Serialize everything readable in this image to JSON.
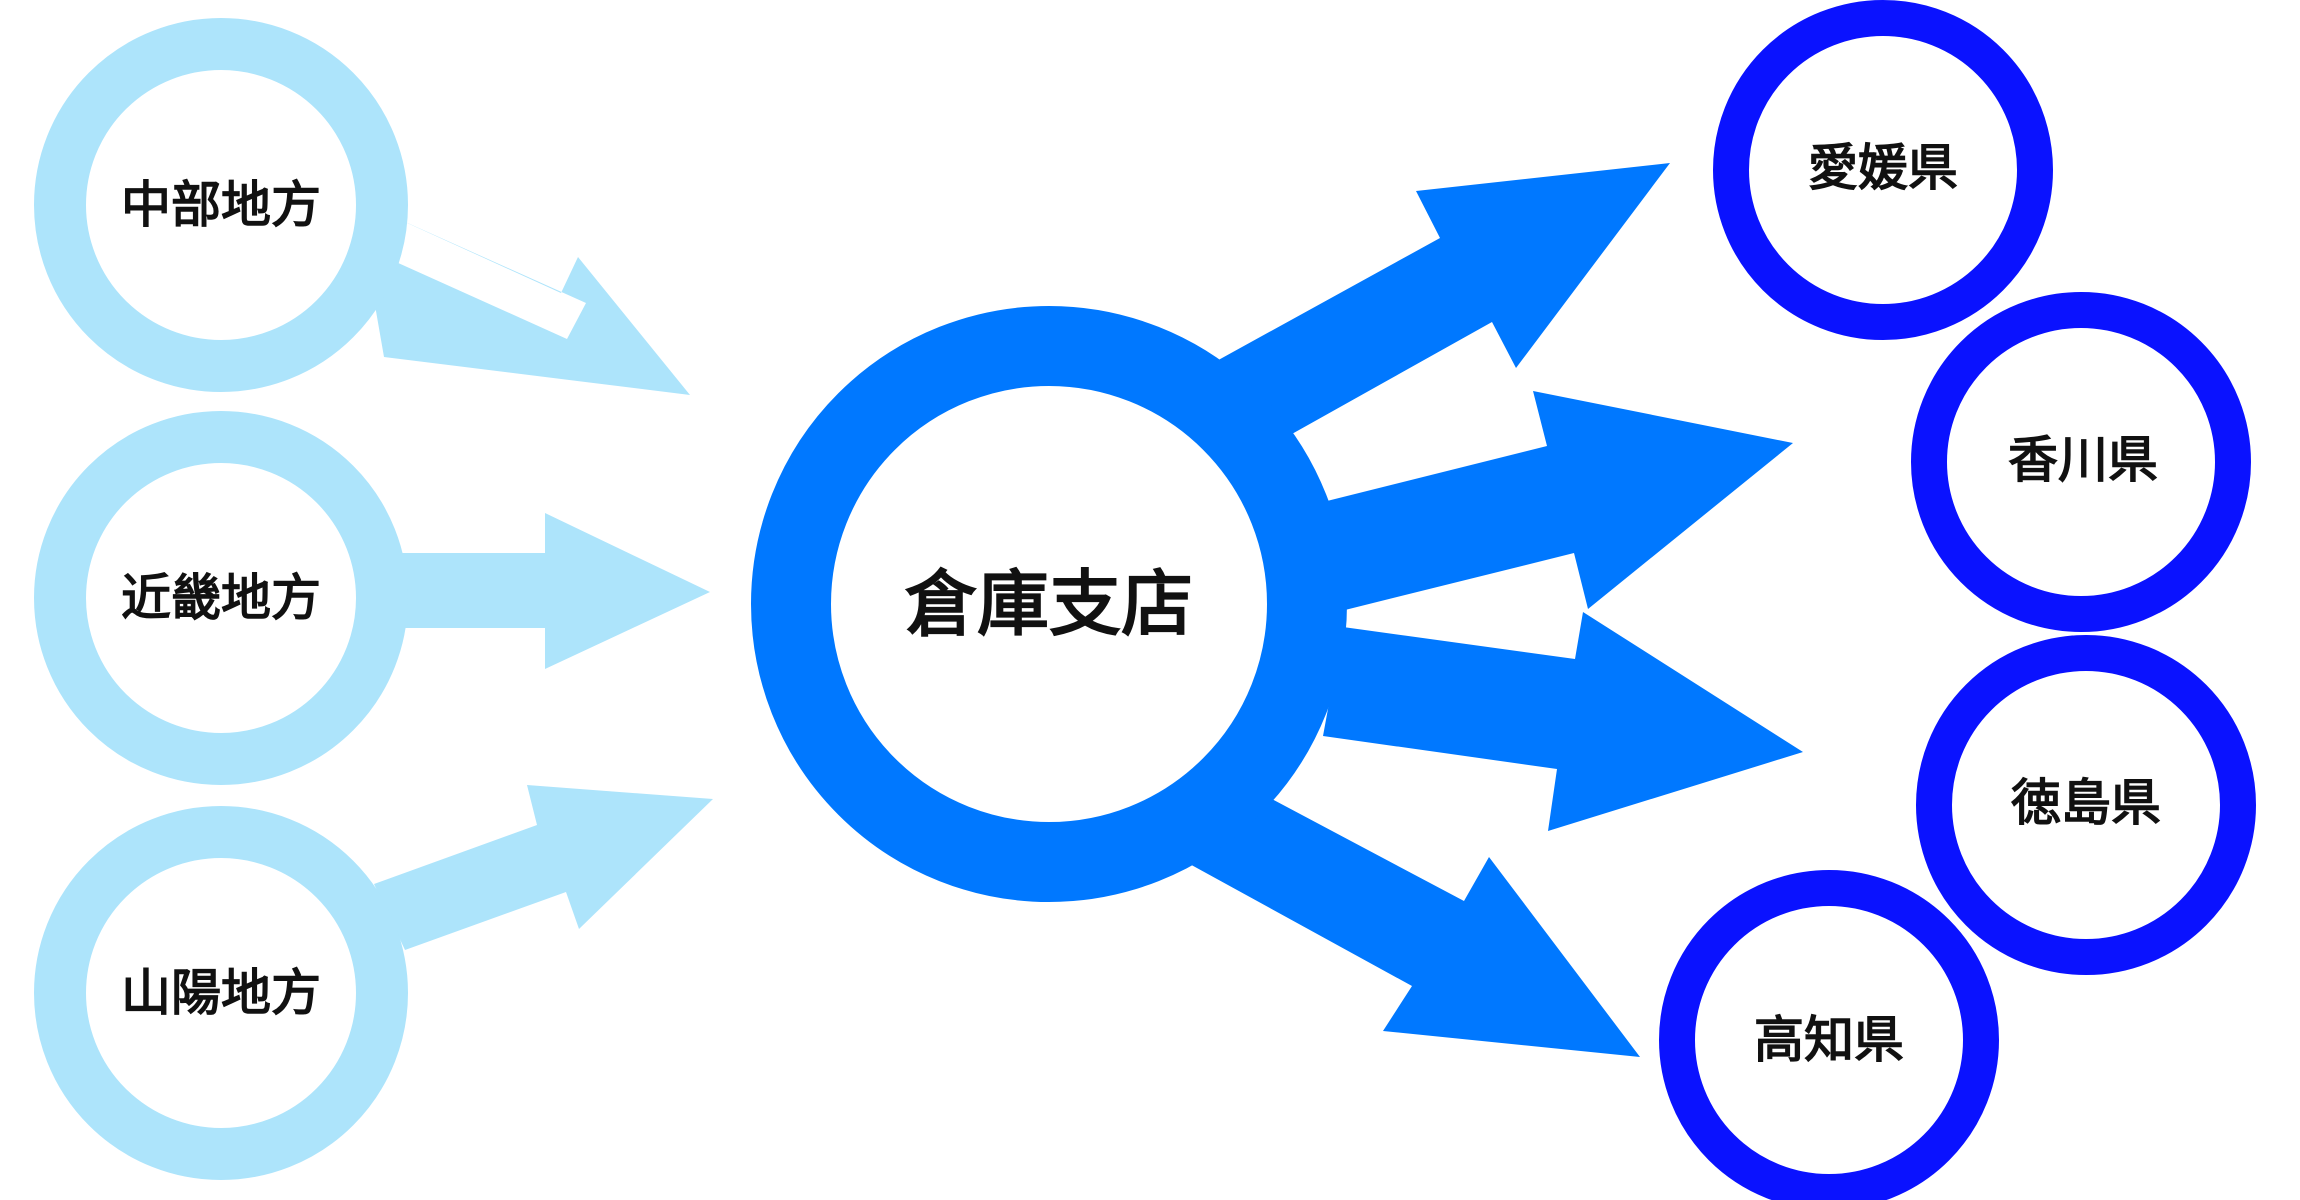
{
  "colors": {
    "source": "#ade4fb",
    "hub": "#0078ff",
    "destination": "#0a12ff",
    "text": "#111111",
    "background": "#ffffff"
  },
  "sources": [
    {
      "label": "中部地方"
    },
    {
      "label": "近畿地方"
    },
    {
      "label": "山陽地方"
    }
  ],
  "hub": {
    "label": "倉庫支店"
  },
  "destinations": [
    {
      "label": "愛媛県"
    },
    {
      "label": "香川県"
    },
    {
      "label": "徳島県"
    },
    {
      "label": "高知県"
    }
  ]
}
